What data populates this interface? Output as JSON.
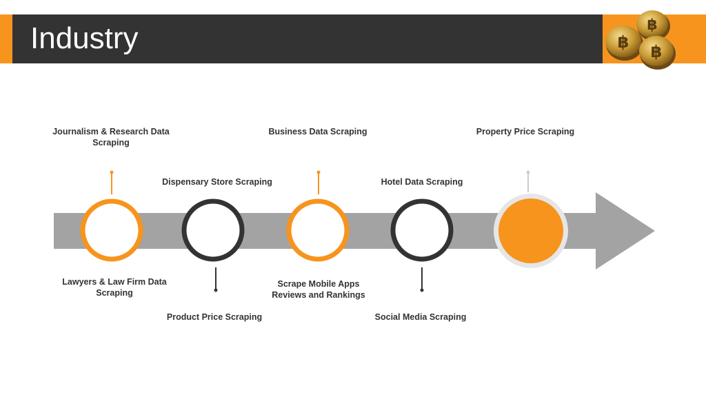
{
  "slide": {
    "title": "Industry"
  },
  "colors": {
    "header_bg": "#333333",
    "accent": "#f7941d",
    "ring_dark": "#333333",
    "arrow": "#a3a3a3"
  },
  "icons": {
    "coins": "bitcoin-coins-icon"
  },
  "timeline": {
    "top_labels": [
      {
        "text": "Journalism & Research Data Scraping"
      },
      {
        "text": "Business Data Scraping"
      },
      {
        "text": "Property Price Scraping"
      }
    ],
    "upper_labels": [
      {
        "text": "Dispensary Store Scraping"
      },
      {
        "text": "Hotel Data Scraping"
      }
    ],
    "lower_labels": [
      {
        "text": "Lawyers & Law Firm Data Scraping"
      },
      {
        "text": "Scrape Mobile Apps Reviews and Rankings"
      }
    ],
    "bottom_labels": [
      {
        "text": "Product Price Scraping"
      },
      {
        "text": "Social Media Scraping"
      }
    ]
  }
}
